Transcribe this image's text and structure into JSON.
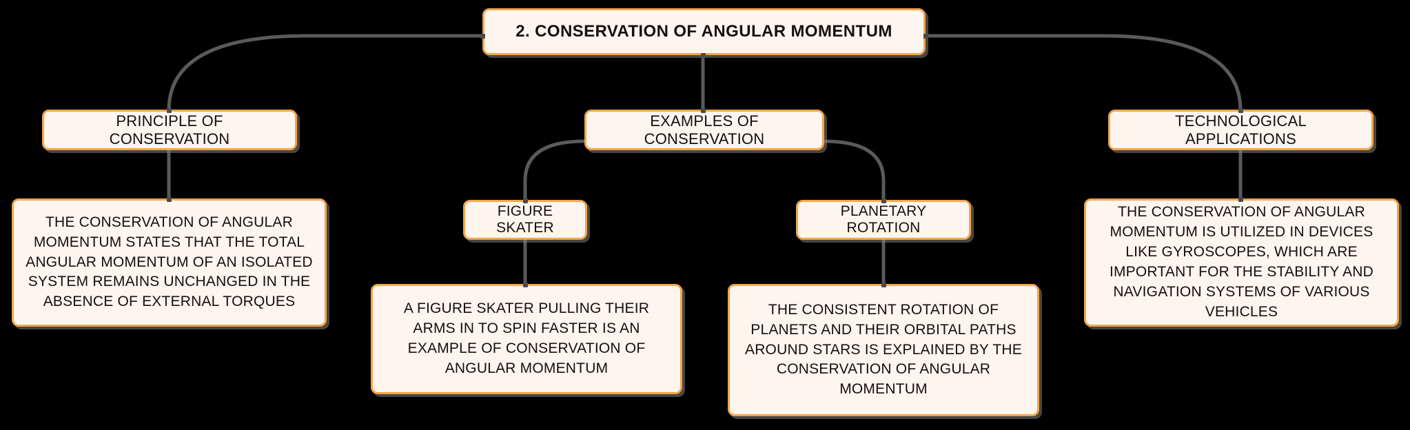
{
  "background_color": "#000000",
  "node_style": {
    "fill": "#fdf5ee",
    "border": "#f2a64d",
    "text": "#15100d",
    "connector": "#5a5a5a"
  },
  "mindmap": {
    "root": {
      "label": "2. CONSERVATION OF ANGULAR MOMENTUM"
    },
    "branches": [
      {
        "label": "PRINCIPLE OF CONSERVATION",
        "leaf": "THE CONSERVATION OF ANGULAR MOMENTUM STATES THAT THE TOTAL ANGULAR MOMENTUM OF AN ISOLATED SYSTEM REMAINS UNCHANGED IN THE ABSENCE OF EXTERNAL TORQUES"
      },
      {
        "label": "EXAMPLES OF CONSERVATION",
        "children": [
          {
            "label": "FIGURE SKATER",
            "leaf": "A FIGURE SKATER PULLING THEIR ARMS IN TO SPIN FASTER IS AN EXAMPLE OF CONSERVATION OF ANGULAR MOMENTUM"
          },
          {
            "label": "PLANETARY ROTATION",
            "leaf": "THE CONSISTENT ROTATION OF PLANETS AND THEIR ORBITAL PATHS AROUND STARS IS EXPLAINED BY THE CONSERVATION OF ANGULAR MOMENTUM"
          }
        ]
      },
      {
        "label": "TECHNOLOGICAL APPLICATIONS",
        "leaf": "THE CONSERVATION OF ANGULAR MOMENTUM IS UTILIZED IN DEVICES LIKE GYROSCOPES, WHICH ARE IMPORTANT FOR THE STABILITY AND NAVIGATION SYSTEMS OF VARIOUS VEHICLES"
      }
    ]
  }
}
